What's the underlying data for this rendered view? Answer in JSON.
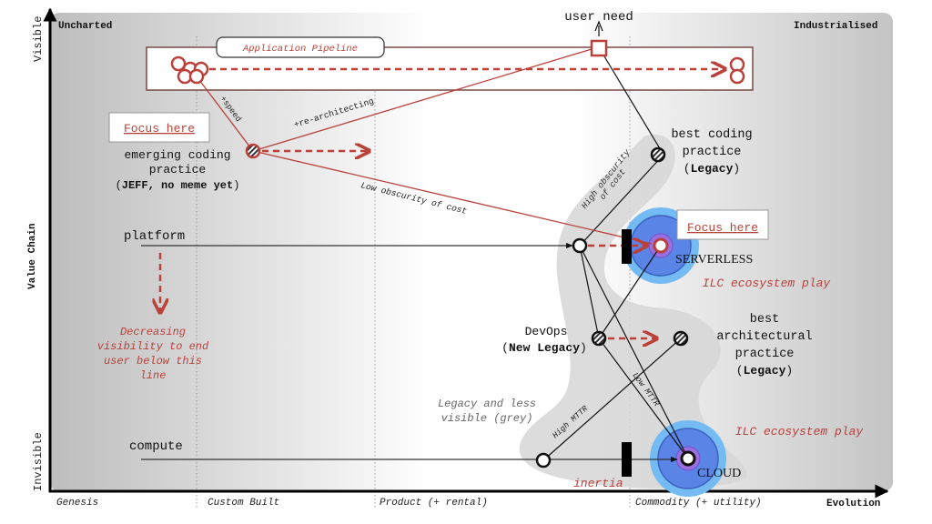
{
  "map": {
    "axes": {
      "y_top": "Visible",
      "y_mid": "Value Chain",
      "y_bottom": "Invisible",
      "x_label": "Evolution"
    },
    "corners": {
      "top_left": "Uncharted",
      "top_right": "Industrialised"
    },
    "stages": [
      "Genesis",
      "Custom Built",
      "Product (+ rental)",
      "Commodity (+ utility)"
    ],
    "pipeline": {
      "label": "Application Pipeline"
    },
    "components": {
      "user_need": "user need",
      "emerging_line1": "emerging coding",
      "emerging_line2": "practice",
      "emerging_line3_bold": "JEFF, no meme yet",
      "best_coding_line1": "best coding",
      "best_coding_line2": "practice",
      "best_coding_bold": "Legacy",
      "platform": "platform",
      "serverless": "SERVERLESS",
      "devops_line1": "DevOps",
      "devops_bold": "New Legacy",
      "best_arch_line1": "best",
      "best_arch_line2": "architectural",
      "best_arch_line3": "practice",
      "best_arch_bold": "Legacy",
      "compute": "compute",
      "cloud": "CLOUD"
    },
    "annotations": {
      "focus_left": "Focus here",
      "focus_right": "Focus here",
      "speed": "+speed",
      "rearchitecting": "+re-architecting",
      "low_obscurity": "Low obscurity of cost",
      "high_obscurity_1": "High obscurity",
      "high_obscurity_2": "of cost",
      "decreasing": [
        "Decreasing",
        "visibility to end",
        "user below this",
        "line"
      ],
      "ilc_top": "ILC ecosystem play",
      "ilc_bottom": "ILC ecosystem play",
      "legacy_grey": [
        "Legacy and less",
        "visible (grey)"
      ],
      "high_mttr": "High MTTR",
      "low_mttr": "Low MTTR",
      "inertia": "inertia"
    },
    "colors": {
      "accent_red": "#b9413a",
      "link_black": "#111111",
      "ecosystem_outer": "#6fb7f0",
      "ecosystem_mid": "#5a86e6",
      "ecosystem_inner": "#9a6ce0",
      "legacy_grey": "#d9d9d9"
    }
  }
}
